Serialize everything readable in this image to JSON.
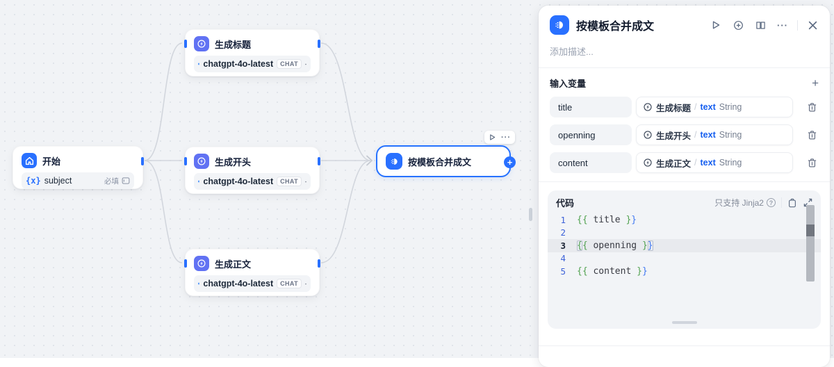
{
  "canvas": {
    "start_node": {
      "title": "开始",
      "var_prefix": "{x}",
      "var_name": "subject",
      "required_label": "必填"
    },
    "llm_nodes": [
      {
        "title": "生成标题",
        "model": "chatgpt-4o-latest",
        "badge": "CHAT"
      },
      {
        "title": "生成开头",
        "model": "chatgpt-4o-latest",
        "badge": "CHAT"
      },
      {
        "title": "生成正文",
        "model": "chatgpt-4o-latest",
        "badge": "CHAT"
      }
    ],
    "merge_node": {
      "title": "按模板合并成文"
    }
  },
  "panel": {
    "title": "按模板合并成文",
    "description_placeholder": "添加描述...",
    "input_vars": {
      "header": "输入变量",
      "rows": [
        {
          "name": "title",
          "source": "生成标题",
          "slash": "/",
          "type": "text",
          "value_type": "String"
        },
        {
          "name": "openning",
          "source": "生成开头",
          "slash": "/",
          "type": "text",
          "value_type": "String"
        },
        {
          "name": "content",
          "source": "生成正文",
          "slash": "/",
          "type": "text",
          "value_type": "String"
        }
      ]
    },
    "code": {
      "header": "代码",
      "hint": "只支持 Jinja2",
      "lines": [
        {
          "no": "1",
          "active": false,
          "segments": [
            {
              "text": "{{",
              "color": "green"
            },
            {
              "text": " title ",
              "color": "ink"
            },
            {
              "text": "}",
              "color": "green"
            },
            {
              "text": "}",
              "color": "blue"
            }
          ]
        },
        {
          "no": "2",
          "active": false,
          "segments": []
        },
        {
          "no": "3",
          "active": true,
          "segments": [
            {
              "text": "{",
              "color": "green",
              "hl": true
            },
            {
              "text": "{",
              "color": "green"
            },
            {
              "text": " openning ",
              "color": "ink"
            },
            {
              "text": "}",
              "color": "green"
            },
            {
              "text": "}",
              "color": "blue",
              "hl": true
            }
          ]
        },
        {
          "no": "4",
          "active": false,
          "segments": []
        },
        {
          "no": "5",
          "active": false,
          "segments": [
            {
              "text": "{{",
              "color": "green"
            },
            {
              "text": " content ",
              "color": "ink"
            },
            {
              "text": "}",
              "color": "green"
            },
            {
              "text": "}",
              "color": "blue"
            }
          ]
        }
      ]
    }
  },
  "icons": {
    "more": "···",
    "add": "+",
    "plus_next": "+"
  },
  "colors": {
    "accent": "#2970ff",
    "llm_icon_bg": "#6172f3",
    "code_green": "#50a14f",
    "code_blue": "#4078f2"
  }
}
